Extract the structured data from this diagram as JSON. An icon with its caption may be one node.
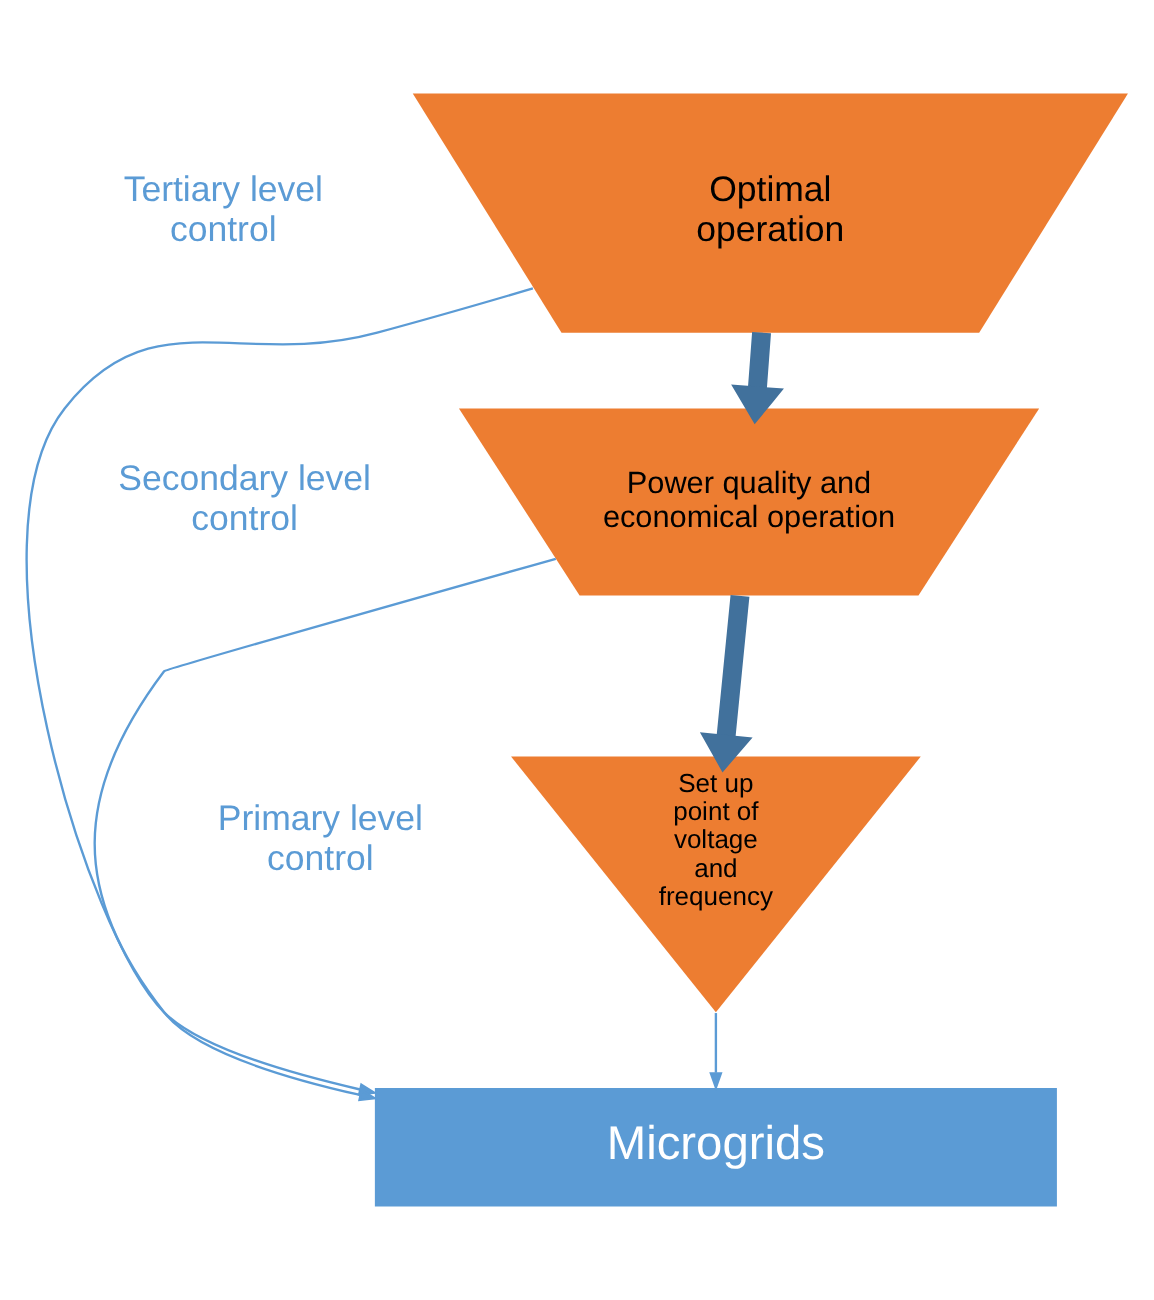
{
  "diagram": {
    "nodes": [
      {
        "text": [
          "Optimal operation"
        ]
      },
      {
        "text": [
          "Power quality and economical operation"
        ]
      },
      {
        "text": [
          "Set up point of voltage and frequency"
        ]
      },
      {
        "text": [
          "Microgrids"
        ]
      }
    ],
    "edges": [
      {
        "from": 0,
        "to": 1,
        "arrow": "to",
        "style": "thick",
        "color": "#41719c"
      },
      {
        "from": 1,
        "to": 2,
        "arrow": "to",
        "style": "thick",
        "color": "#41719c"
      },
      {
        "from": 2,
        "to": 3,
        "arrow": "to"
      },
      {
        "from": 1,
        "to": 3,
        "arrow": "to"
      },
      {
        "from": 0,
        "to": 3,
        "arrow": "to"
      }
    ],
    "labels": [
      "Tertiary level control",
      "Secondary level control",
      "Primary level control"
    ]
  }
}
